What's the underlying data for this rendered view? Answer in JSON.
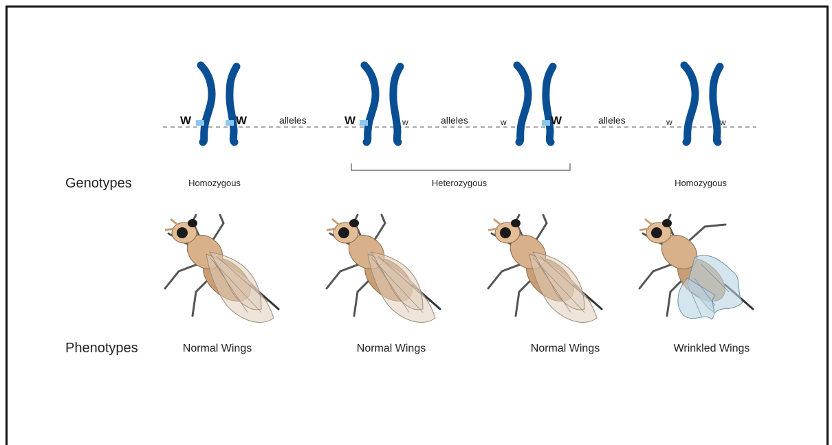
{
  "row_labels": {
    "genotypes": "Genotypes",
    "phenotypes": "Phenotypes"
  },
  "alleles_word": "alleles",
  "pairs": [
    {
      "left": "W",
      "right": "W"
    },
    {
      "left": "W",
      "right": "w"
    },
    {
      "left": "w",
      "right": "W"
    },
    {
      "left": "w",
      "right": "w"
    }
  ],
  "genotypes": [
    "Homozygous",
    "Heterozygous",
    "Homozygous"
  ],
  "phenotypes": [
    "Normal Wings",
    "Normal Wings",
    "Normal Wings",
    "Wrinkled Wings"
  ],
  "colors": {
    "chromosome": "#0a4f93",
    "dominant_band": "#8ac7ec",
    "body": "#d8b08a",
    "wing_normal": "#e0cdbb",
    "wing_wrinkled": "#b9d3e3"
  }
}
